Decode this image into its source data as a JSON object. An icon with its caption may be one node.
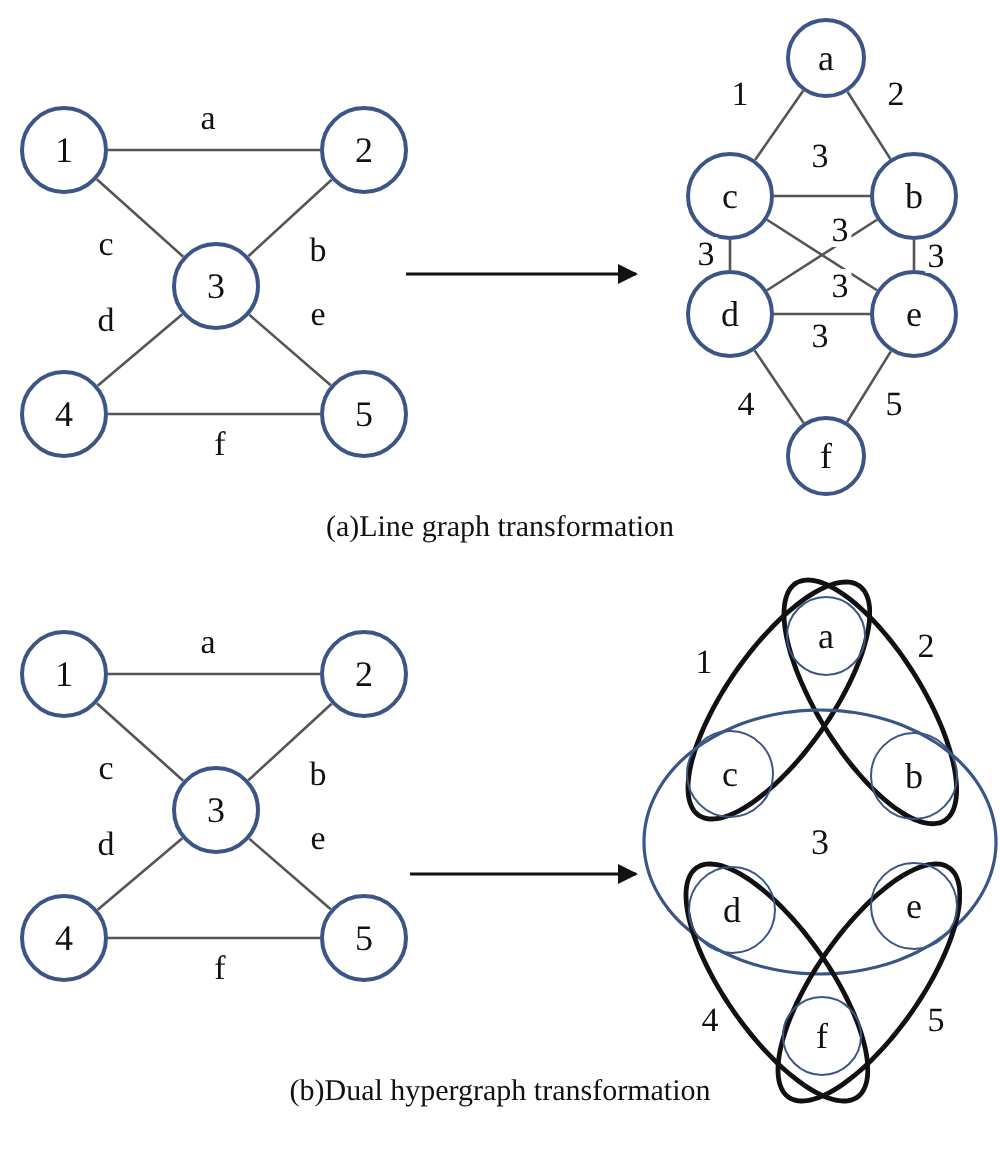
{
  "diagram": {
    "nodes": [
      {
        "text": [
          "1"
        ]
      },
      {
        "text": [
          "2"
        ]
      },
      {
        "text": [
          "3"
        ]
      },
      {
        "text": [
          "4"
        ]
      },
      {
        "text": [
          "5"
        ]
      },
      {
        "text": [
          "a"
        ]
      },
      {
        "text": [
          "c"
        ]
      },
      {
        "text": [
          "b"
        ]
      },
      {
        "text": [
          "d"
        ]
      },
      {
        "text": [
          "e"
        ]
      },
      {
        "text": [
          "f"
        ]
      },
      {
        "text": [
          "1"
        ]
      },
      {
        "text": [
          "2"
        ]
      },
      {
        "text": [
          "3"
        ]
      },
      {
        "text": [
          "4"
        ]
      },
      {
        "text": [
          "5"
        ]
      },
      {
        "text": [
          "1"
        ]
      },
      {
        "text": [
          "a"
        ]
      },
      {
        "text": [
          "2"
        ]
      },
      {
        "text": [
          "3"
        ]
      },
      {
        "text": [
          "c"
        ]
      },
      {
        "text": [
          "b"
        ]
      },
      {
        "text": [
          "d"
        ]
      },
      {
        "text": [
          "e"
        ]
      },
      {
        "text": [
          "4"
        ]
      },
      {
        "text": [
          "f"
        ]
      },
      {
        "text": [
          "5"
        ]
      }
    ],
    "edges": [
      {
        "from": 0,
        "to": 1,
        "arrow": "none",
        "label": "a"
      },
      {
        "from": 1,
        "to": 2,
        "arrow": "none",
        "label": "b"
      },
      {
        "from": 0,
        "to": 2,
        "arrow": "none",
        "label": "c"
      },
      {
        "from": 2,
        "to": 3,
        "arrow": "none",
        "label": "d"
      },
      {
        "from": 2,
        "to": 4,
        "arrow": "none",
        "label": "e"
      },
      {
        "from": 3,
        "to": 4,
        "arrow": "none",
        "label": "f"
      },
      {
        "from": 5,
        "to": 6,
        "arrow": "none",
        "label": "1"
      },
      {
        "from": 5,
        "to": 7,
        "arrow": "none",
        "label": "2"
      },
      {
        "from": 6,
        "to": 7,
        "arrow": "none",
        "label": "3"
      },
      {
        "from": 8,
        "to": 7,
        "arrow": "none",
        "label": "3"
      },
      {
        "from": 6,
        "to": 8,
        "arrow": "none",
        "label": "3"
      },
      {
        "from": 7,
        "to": 9,
        "arrow": "none",
        "label": "3"
      },
      {
        "from": 6,
        "to": 9,
        "arrow": "none",
        "label": "3"
      },
      {
        "from": 8,
        "to": 9,
        "arrow": "none",
        "label": "3"
      },
      {
        "from": 8,
        "to": 10,
        "arrow": "none",
        "label": "4"
      },
      {
        "from": 9,
        "to": 10,
        "arrow": "none",
        "label": "5"
      },
      {
        "from": 11,
        "to": 12,
        "arrow": "none",
        "label": "a"
      },
      {
        "from": 12,
        "to": 13,
        "arrow": "none",
        "label": "b"
      },
      {
        "from": 11,
        "to": 13,
        "arrow": "none",
        "label": "c"
      },
      {
        "from": 13,
        "to": 14,
        "arrow": "none",
        "label": "d"
      },
      {
        "from": 13,
        "to": 15,
        "arrow": "none",
        "label": "e"
      },
      {
        "from": 14,
        "to": 15,
        "arrow": "none",
        "label": "f"
      }
    ],
    "labels": [
      "(a)Line graph transformation",
      "(b)Dual hypergraph transformation"
    ]
  }
}
